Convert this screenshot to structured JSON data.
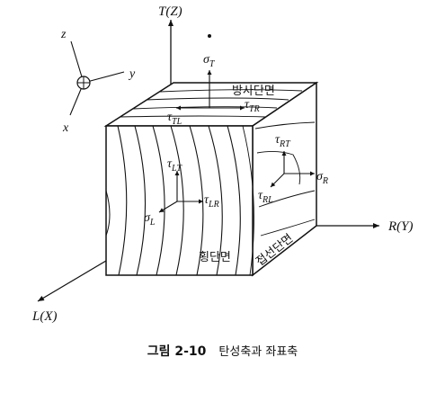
{
  "figure": {
    "axes": {
      "t": "T(Z)",
      "r": "R(Y)",
      "l": "L(X)"
    },
    "orientation": {
      "z": "z",
      "y": "y",
      "x": "x"
    },
    "stress": {
      "sigma_t": {
        "base": "σ",
        "sub": "T"
      },
      "tau_tl": {
        "base": "τ",
        "sub": "TL"
      },
      "tau_tr": {
        "base": "τ",
        "sub": "TR"
      },
      "tau_rt": {
        "base": "τ",
        "sub": "RT"
      },
      "sigma_r": {
        "base": "σ",
        "sub": "R"
      },
      "tau_rl": {
        "base": "τ",
        "sub": "RL"
      },
      "tau_lt": {
        "base": "τ",
        "sub": "LT"
      },
      "tau_lr": {
        "base": "τ",
        "sub": "LR"
      },
      "sigma_l": {
        "base": "σ",
        "sub": "L"
      }
    },
    "sections": {
      "radial": "방사단면",
      "tangential": "접선단면",
      "cross": "횡단면"
    }
  },
  "caption": {
    "number": "그림 2-10",
    "text": "탄성축과 좌표축"
  }
}
